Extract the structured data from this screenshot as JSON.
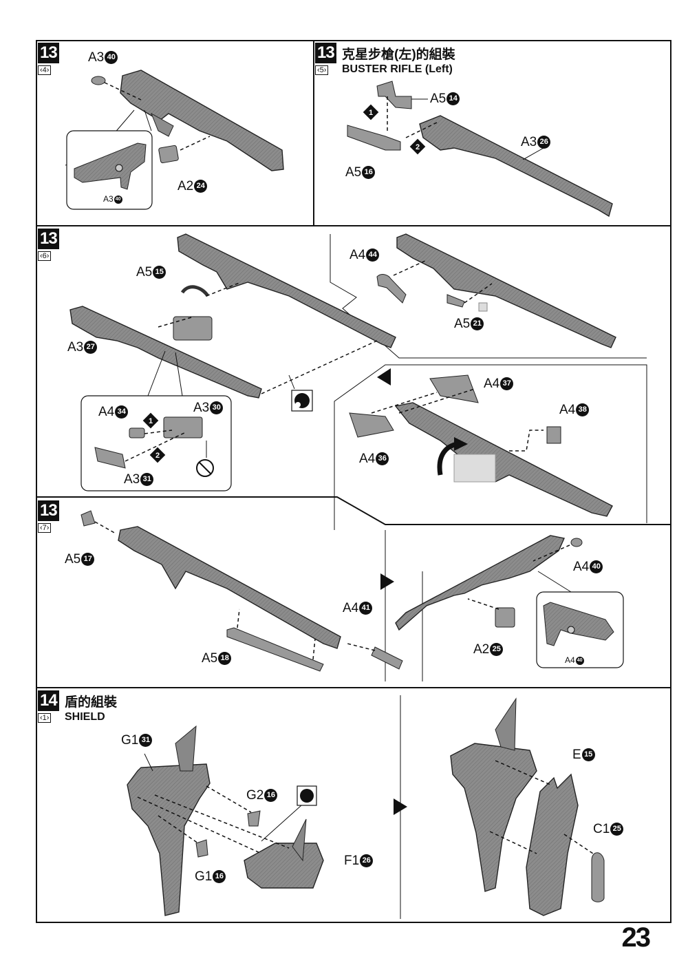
{
  "page": {
    "number": "23"
  },
  "step13_4": {
    "step": "13",
    "sub": "4",
    "labels": {
      "a3_top": "A3",
      "a3_top_n": "40",
      "a2": "A2",
      "a2_n": "24",
      "a3_inset": "A3",
      "a3_inset_n": "40"
    }
  },
  "step13_5": {
    "step": "13",
    "sub": "5",
    "title_cn": "克星步槍(左)的組裝",
    "title_en": "BUSTER RIFLE (Left)",
    "labels": {
      "a5a": "A5",
      "a5a_n": "14",
      "a5b": "A5",
      "a5b_n": "16",
      "a3": "A3",
      "a3_n": "26",
      "order1": "1",
      "order2": "2"
    }
  },
  "step13_6": {
    "step": "13",
    "sub": "6",
    "labels": {
      "a5_15": "A5",
      "a5_15_n": "15",
      "a3_27": "A3",
      "a3_27_n": "27",
      "a4_44": "A4",
      "a4_44_n": "44",
      "a5_21": "A5",
      "a5_21_n": "21",
      "a4_34": "A4",
      "a4_34_n": "34",
      "a3_30": "A3",
      "a3_30_n": "30",
      "a3_31": "A3",
      "a3_31_n": "31",
      "a4_37": "A4",
      "a4_37_n": "37",
      "a4_38": "A4",
      "a4_38_n": "38",
      "a4_36": "A4",
      "a4_36_n": "36",
      "order1": "1",
      "order2": "2"
    }
  },
  "step13_7": {
    "step": "13",
    "sub": "7",
    "labels": {
      "a5_17": "A5",
      "a5_17_n": "17",
      "a5_18": "A5",
      "a5_18_n": "18",
      "a4_41": "A4",
      "a4_41_n": "41",
      "a4_40": "A4",
      "a4_40_n": "40",
      "a2_25": "A2",
      "a2_25_n": "25",
      "a4_inset": "A4",
      "a4_inset_n": "40"
    }
  },
  "step14_1": {
    "step": "14",
    "sub": "1",
    "title_cn": "盾的組裝",
    "title_en": "SHIELD",
    "labels": {
      "g1_31": "G1",
      "g1_31_n": "31",
      "g2_16": "G2",
      "g2_16_n": "16",
      "g1_16": "G1",
      "g1_16_n": "16",
      "f1_26": "F1",
      "f1_26_n": "26",
      "e_15": "E",
      "e_15_n": "15",
      "c1_25": "C1",
      "c1_25_n": "25"
    }
  },
  "colors": {
    "ink": "#111111",
    "part": "#8c8c8c",
    "part_dark": "#5a5a5a"
  },
  "icons": [
    "black-sticker-icon",
    "no-cement-icon",
    "order-marker-icon",
    "direction-arrow-icon"
  ]
}
